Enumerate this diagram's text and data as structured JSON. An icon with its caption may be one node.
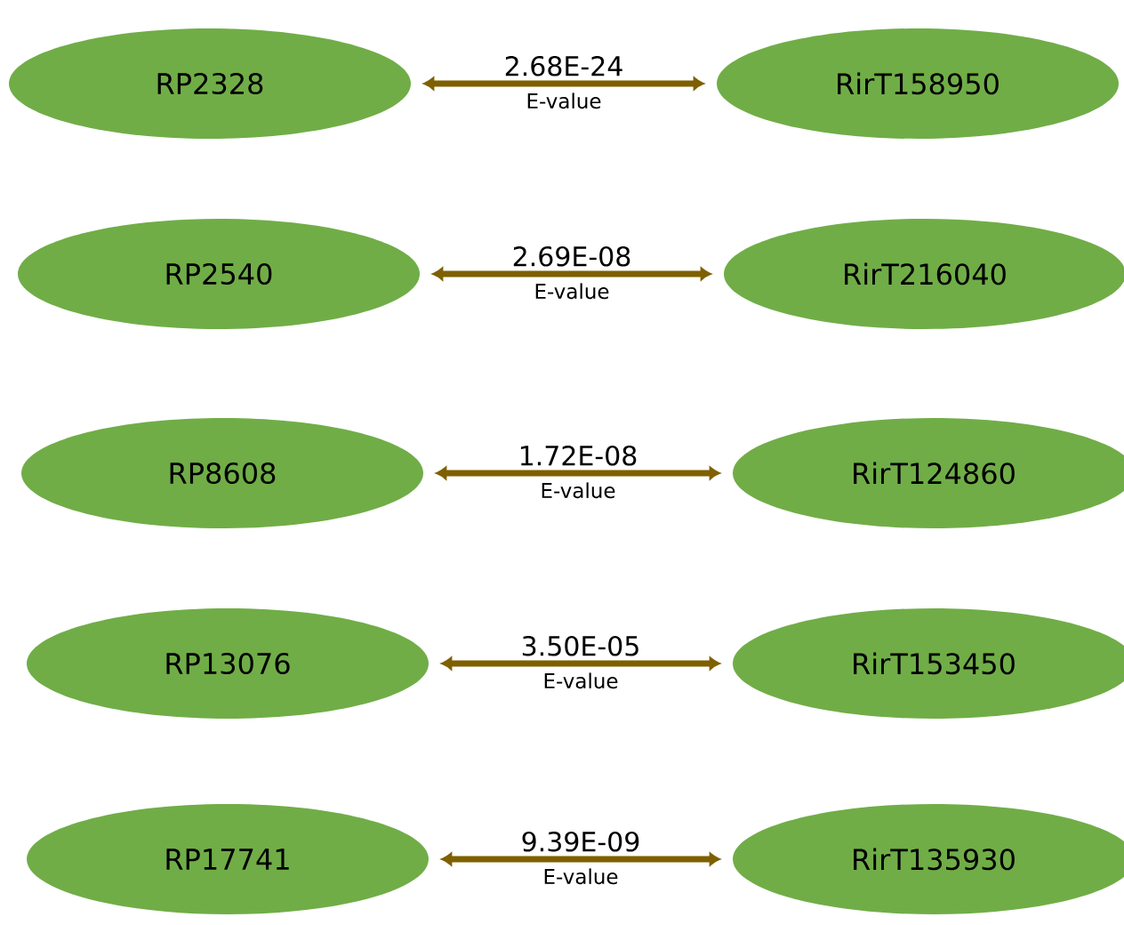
{
  "diagram": {
    "nodes": [
      {
        "text": [
          "RP2328"
        ]
      },
      {
        "text": [
          "RirT158950"
        ]
      },
      {
        "text": [
          "RP2540"
        ]
      },
      {
        "text": [
          "RirT216040"
        ]
      },
      {
        "text": [
          "RP8608"
        ]
      },
      {
        "text": [
          "RirT124860"
        ]
      },
      {
        "text": [
          "RP13076"
        ]
      },
      {
        "text": [
          "RirT153450"
        ]
      },
      {
        "text": [
          "RP17741"
        ]
      },
      {
        "text": [
          "RirT135930"
        ]
      }
    ],
    "edges": [
      {
        "from": 0,
        "to": 1,
        "arrow": "both",
        "label": "2.68E-24"
      },
      {
        "from": 2,
        "to": 3,
        "arrow": "both",
        "label": "2.69E-08"
      },
      {
        "from": 4,
        "to": 5,
        "arrow": "both",
        "label": "1.72E-08"
      },
      {
        "from": 6,
        "to": 7,
        "arrow": "both",
        "label": "3.50E-05"
      },
      {
        "from": 8,
        "to": 9,
        "arrow": "both",
        "label": "9.39E-09"
      }
    ],
    "labels": [
      "E-value",
      "E-value",
      "E-value",
      "E-value",
      "E-value"
    ]
  }
}
